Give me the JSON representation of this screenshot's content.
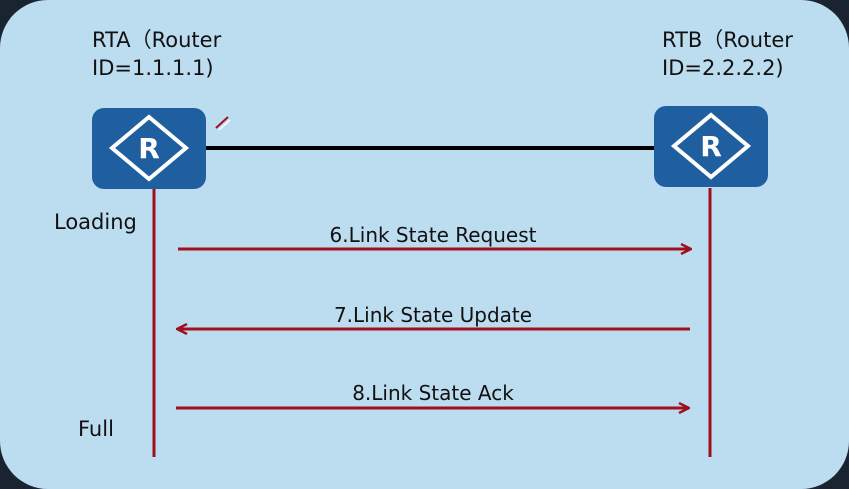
{
  "routers": {
    "rta": {
      "name": "RTA",
      "label_line1": "RTA（Router",
      "label_line2": "ID=1.1.1.1)"
    },
    "rtb": {
      "name": "RTB",
      "label_line1": "RTB（Router",
      "label_line2": "ID=2.2.2.2)"
    },
    "icon_letter": "R"
  },
  "states": {
    "loading": "Loading",
    "full": "Full"
  },
  "messages": [
    {
      "label": "6.Link State Request",
      "direction": "rta-to-rtb"
    },
    {
      "label": "7.Link State Update",
      "direction": "rtb-to-rta"
    },
    {
      "label": "8.Link State Ack",
      "direction": "rta-to-rtb"
    }
  ],
  "colors": {
    "background": "#bcdcf0",
    "router_fill": "#1f5f9f",
    "arrow": "#a0101c",
    "link": "#000000"
  }
}
